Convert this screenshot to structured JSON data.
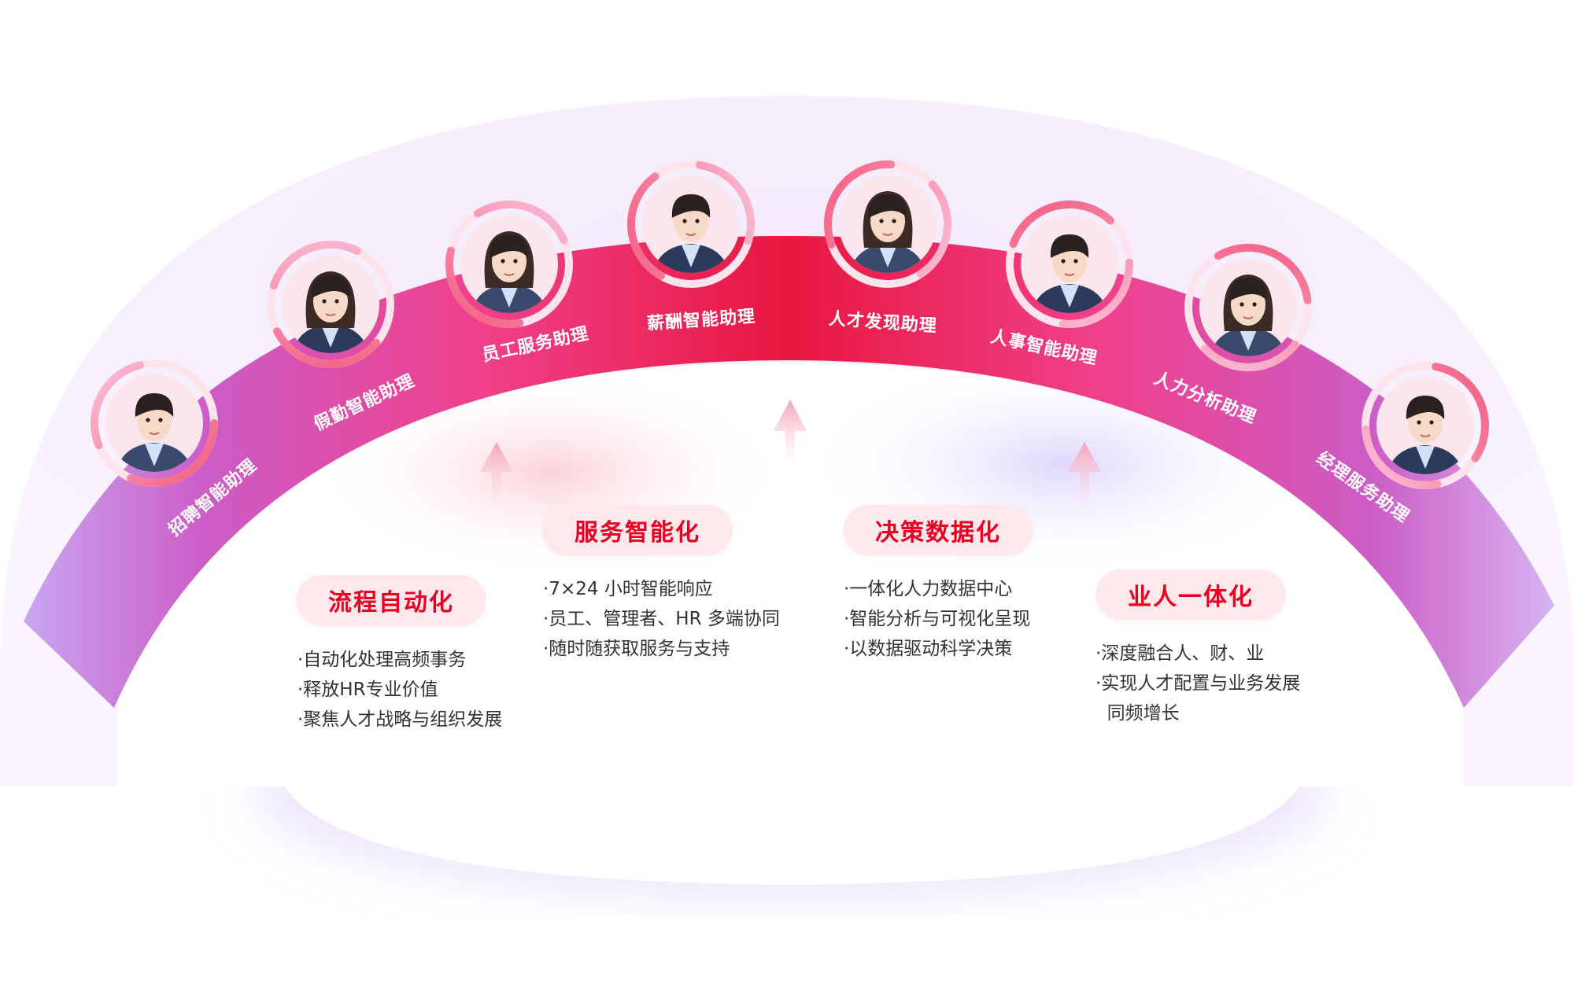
{
  "assistants": [
    {
      "label": "招聘智能助理",
      "icon": "recruiting-assistant-avatar-icon"
    },
    {
      "label": "假勤智能助理",
      "icon": "attendance-assistant-avatar-icon"
    },
    {
      "label": "员工服务助理",
      "icon": "employee-service-assistant-avatar-icon"
    },
    {
      "label": "薪酬智能助理",
      "icon": "payroll-assistant-avatar-icon"
    },
    {
      "label": "人才发现助理",
      "icon": "talent-discovery-assistant-avatar-icon"
    },
    {
      "label": "人事智能助理",
      "icon": "hr-affairs-assistant-avatar-icon"
    },
    {
      "label": "人力分析助理",
      "icon": "hr-analytics-assistant-avatar-icon"
    },
    {
      "label": "经理服务助理",
      "icon": "manager-service-assistant-avatar-icon"
    }
  ],
  "pillars": [
    {
      "title": "流程自动化",
      "items": [
        "·自动化处理高频事务",
        "·释放HR专业价值",
        "·聚焦人才战略与组织发展"
      ]
    },
    {
      "title": "服务智能化",
      "items": [
        "·7×24 小时智能响应",
        "·员工、管理者、HR 多端协同",
        "·随时随获取服务与支持"
      ]
    },
    {
      "title": "决策数据化",
      "items": [
        "·一体化人力数据中心",
        "·智能分析与可视化呈现",
        "·以数据驱动科学决策"
      ]
    },
    {
      "title": "业人一体化",
      "items": [
        "·深度融合人、财、业",
        "·实现人才配置与业务发展",
        "  同频增长"
      ]
    }
  ],
  "colors": {
    "accent": "#e60023",
    "band_center": "#e8173f",
    "band_mid": "#f0458a",
    "band_edge": "#c98ee6",
    "pill_bg": "#fde9ec"
  }
}
